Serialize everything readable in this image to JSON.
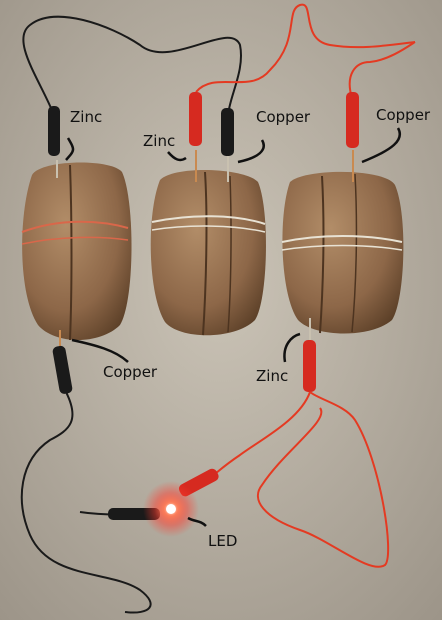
{
  "labels": {
    "zinc_1": "Zinc",
    "zinc_2": "Zinc",
    "copper_1": "Copper",
    "copper_2": "Copper",
    "copper_3": "Copper",
    "zinc_3": "Zinc",
    "led": "LED"
  },
  "colors": {
    "background": "#b9b1a4",
    "potato_skin": "#9a7352",
    "red_wire": "#e43a22",
    "black_wire": "#1a1a1a",
    "led_glow": "#ff3b2e"
  }
}
